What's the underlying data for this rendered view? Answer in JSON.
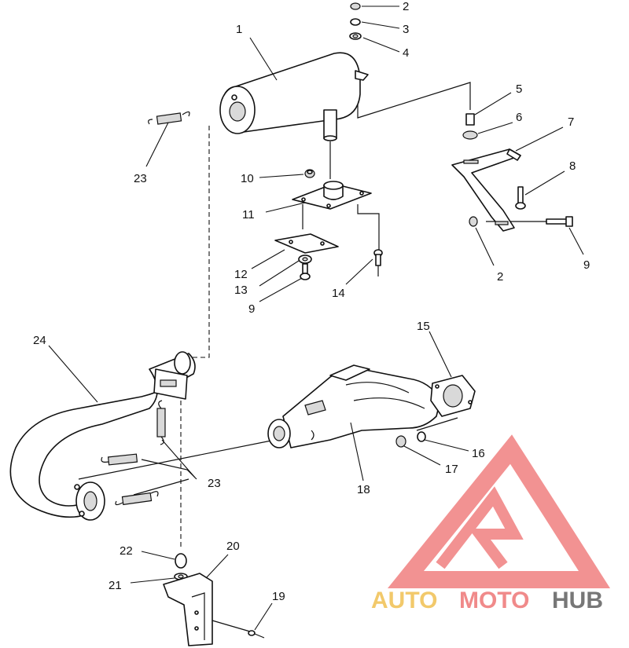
{
  "callouts": [
    {
      "id": "c1",
      "text": "1"
    },
    {
      "id": "c2a",
      "text": "2"
    },
    {
      "id": "c3",
      "text": "3"
    },
    {
      "id": "c4",
      "text": "4"
    },
    {
      "id": "c5",
      "text": "5"
    },
    {
      "id": "c6",
      "text": "6"
    },
    {
      "id": "c7",
      "text": "7"
    },
    {
      "id": "c8",
      "text": "8"
    },
    {
      "id": "c9a",
      "text": "9"
    },
    {
      "id": "c2b",
      "text": "2"
    },
    {
      "id": "c10",
      "text": "10"
    },
    {
      "id": "c11",
      "text": "11"
    },
    {
      "id": "c12",
      "text": "12"
    },
    {
      "id": "c13",
      "text": "13"
    },
    {
      "id": "c9b",
      "text": "9"
    },
    {
      "id": "c14",
      "text": "14"
    },
    {
      "id": "c23a",
      "text": "23"
    },
    {
      "id": "c24",
      "text": "24"
    },
    {
      "id": "c15",
      "text": "15"
    },
    {
      "id": "c16",
      "text": "16"
    },
    {
      "id": "c17",
      "text": "17"
    },
    {
      "id": "c18",
      "text": "18"
    },
    {
      "id": "c23b",
      "text": "23"
    },
    {
      "id": "c22",
      "text": "22"
    },
    {
      "id": "c20",
      "text": "20"
    },
    {
      "id": "c21",
      "text": "21"
    },
    {
      "id": "c19",
      "text": "19"
    }
  ],
  "watermark": {
    "part1": "AUTO",
    "part2": "MOTO",
    "part3": "HUB",
    "color_auto": "#f2c96b",
    "color_moto": "#f08a8a",
    "color_hub": "#777777",
    "logo_color": "#f07f7f",
    "logo_icon": "triangle-m-logo"
  }
}
